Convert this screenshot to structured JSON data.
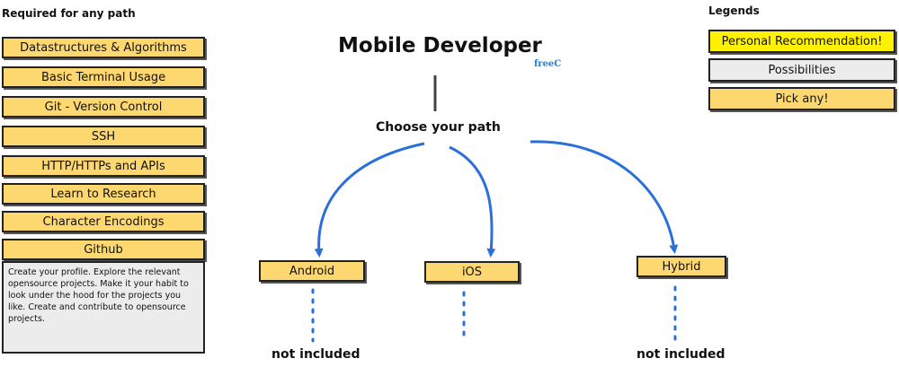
{
  "required": {
    "heading": "Required for any path",
    "items": [
      "Datastructures & Algorithms",
      "Basic Terminal Usage",
      "Git - Version Control",
      "SSH",
      "HTTP/HTTPs and APIs",
      "Learn to Research",
      "Character Encodings",
      "Github"
    ],
    "github_note": "Create your profile. Explore the relevant opensource projects. Make it your habit to look under the hood for the projects you like. Create and contribute to opensource projects."
  },
  "main": {
    "title": "Mobile Developer",
    "subtitle": "freeC",
    "choose": "Choose your path",
    "paths": {
      "android": "Android",
      "ios": "iOS",
      "hybrid": "Hybrid"
    },
    "not_included_left": "not included",
    "not_included_right": "not included"
  },
  "legends": {
    "heading": "Legends",
    "items": {
      "personal": "Personal Recommendation!",
      "possibilities": "Possibilities",
      "pick_any": "Pick any!"
    }
  },
  "colors": {
    "topic_yellow": "#fdd871",
    "recommendation_yellow": "#fff200",
    "possibility_grey": "#ececec",
    "arrow_blue": "#2a6fdb",
    "subtitle_blue": "#1f7fdf"
  }
}
